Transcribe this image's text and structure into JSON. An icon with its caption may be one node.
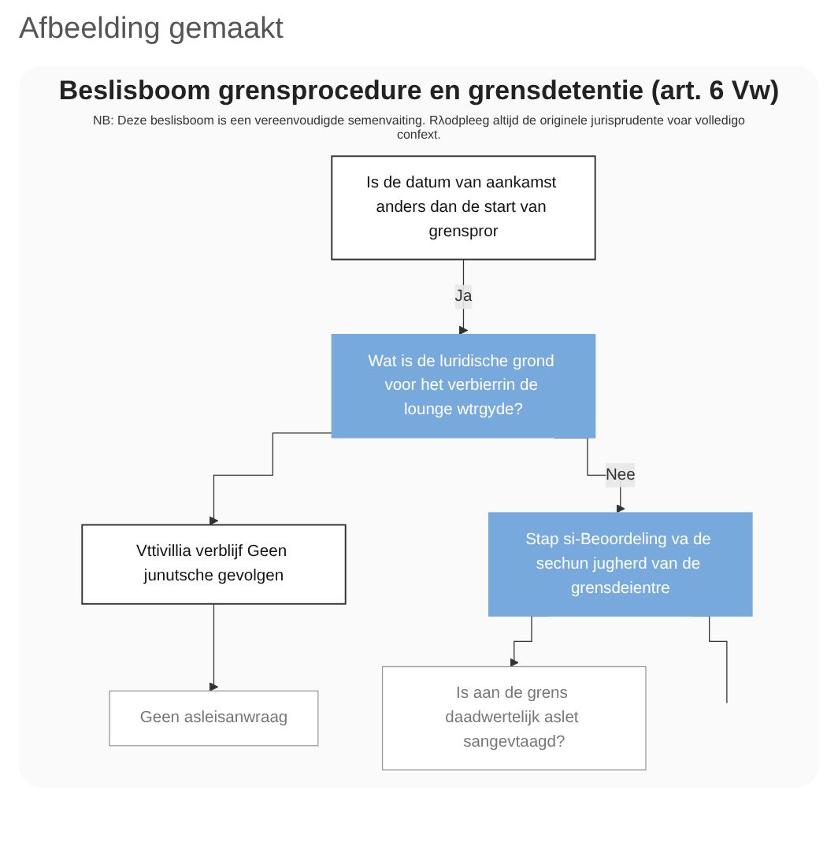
{
  "diagram": {
    "title": "Beslisboom grensprocedure en grensdetentie (art. 6 Vw)",
    "nodes": [
      {
        "text": [
          "Is de datum van aankamst anders dan de start van grenspror"
        ]
      },
      {
        "text": [
          "Wat is de luridische grond voor het verbierrin de lounge wtrgyde?"
        ]
      },
      {
        "text": [
          "Vttivillia verblijf Geen junutsche gevolgen"
        ]
      },
      {
        "text": [
          "Stap si-Beoordeling va de sechun jugherd van de grensdeientre"
        ]
      },
      {
        "text": [
          "Geen asleisanwraag"
        ]
      },
      {
        "text": [
          "Is aan de grens daadwertelijk aslet sangevtaagd?"
        ]
      }
    ],
    "edges": [
      {
        "from": 0,
        "to": 1,
        "arrow": "to",
        "label": "Ja"
      },
      {
        "from": 1,
        "to": 2,
        "arrow": "to"
      },
      {
        "from": 1,
        "to": 3,
        "arrow": "to",
        "label": "Nee"
      },
      {
        "from": 2,
        "to": 4,
        "arrow": "to"
      },
      {
        "from": 3,
        "to": 5,
        "arrow": "to"
      },
      {
        "from": 3,
        "to": null,
        "arrow": "none"
      }
    ],
    "labels": [
      "Afbeelding gemaakt",
      "NB: Deze beslisboom is een vereenvoudigde semenvaiting. Rλodpleeg altijd de originele jurisprudente voar volledigo confext."
    ]
  }
}
